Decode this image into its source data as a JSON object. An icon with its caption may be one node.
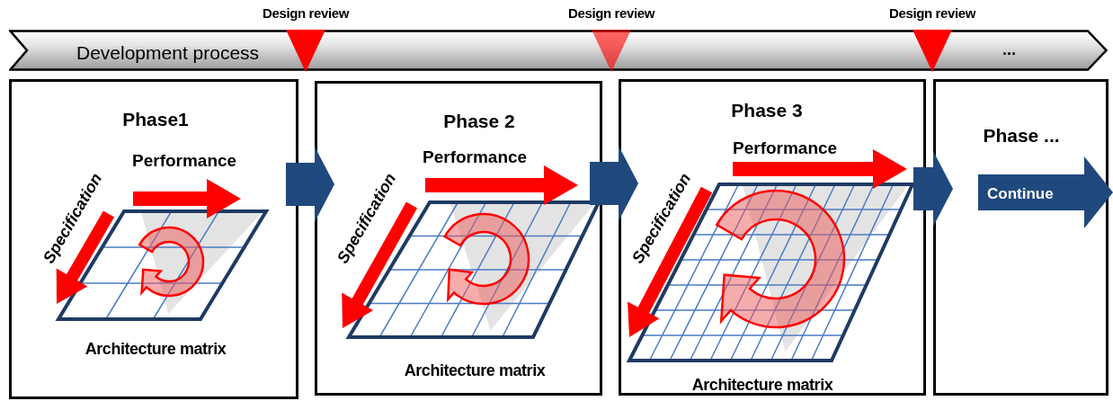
{
  "diagram": {
    "nodes": [
      {
        "text": [
          "Development process",
          "..."
        ]
      },
      {
        "text": [
          "Phase1",
          "Performance",
          "Specification",
          "Architecture matrix"
        ]
      },
      {
        "text": [
          "Phase 2",
          "Performance",
          "Specification",
          "Architecture matrix"
        ]
      },
      {
        "text": [
          "Phase 3",
          "Performance",
          "Specification",
          "Architecture matrix"
        ]
      },
      {
        "text": [
          "Phase ..."
        ]
      },
      {
        "text": [
          "Continue"
        ],
        "in": 4
      }
    ],
    "edges": [
      {
        "from": 1,
        "to": 2,
        "arrow": "to",
        "style": "thick"
      },
      {
        "from": 2,
        "to": 3,
        "arrow": "to",
        "style": "thick"
      },
      {
        "from": 3,
        "to": 4,
        "arrow": "to",
        "style": "thick"
      }
    ],
    "labels": [
      "Design review",
      "Design review",
      "Design review"
    ]
  }
}
